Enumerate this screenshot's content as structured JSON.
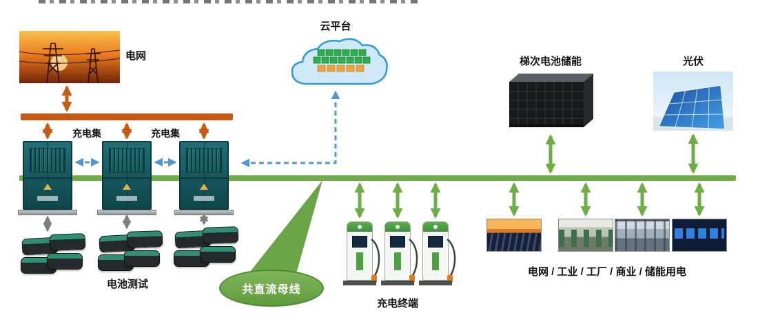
{
  "labels": {
    "grid": "电网",
    "cloud": "云平台",
    "storage": "梯次电池储能",
    "pv": "光伏",
    "cluster_left": "充电集",
    "cluster_right": "充电集",
    "battery_test": "电池测试",
    "dc_bus_callout": "共直流母线",
    "charging_terminal": "充电终端",
    "loads": "电网 / 工业 / 工厂 / 商业 / 储能用电"
  },
  "colors": {
    "ac_bus_orange": "#C55A11",
    "dc_bus_green": "#6FAD47",
    "cloud_link_blue": "#4F97D6",
    "callout_green": "#5F9C3D",
    "cabinet_teal": "#14545A"
  }
}
